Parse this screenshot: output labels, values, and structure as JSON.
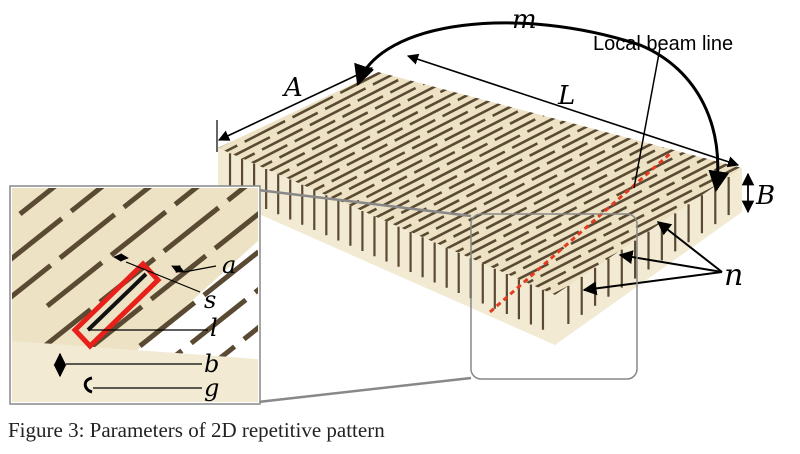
{
  "figure": {
    "labels": {
      "m": "m",
      "A": "A",
      "L": "L",
      "B": "B",
      "n": "n",
      "local_beam_line": "Local beam line"
    },
    "inset_labels": {
      "a": "a",
      "s": "s",
      "l": "l",
      "b": "b",
      "g": "g"
    },
    "colors": {
      "plate_top": "#ede2c3",
      "plate_side": "#f2ead3",
      "slit": "#5a4a33",
      "highlight": "#e8201a",
      "beam_line": "#e53a1e",
      "frame": "#888888"
    }
  },
  "caption": "Figure 3: Parameters of 2D repetitive pattern"
}
